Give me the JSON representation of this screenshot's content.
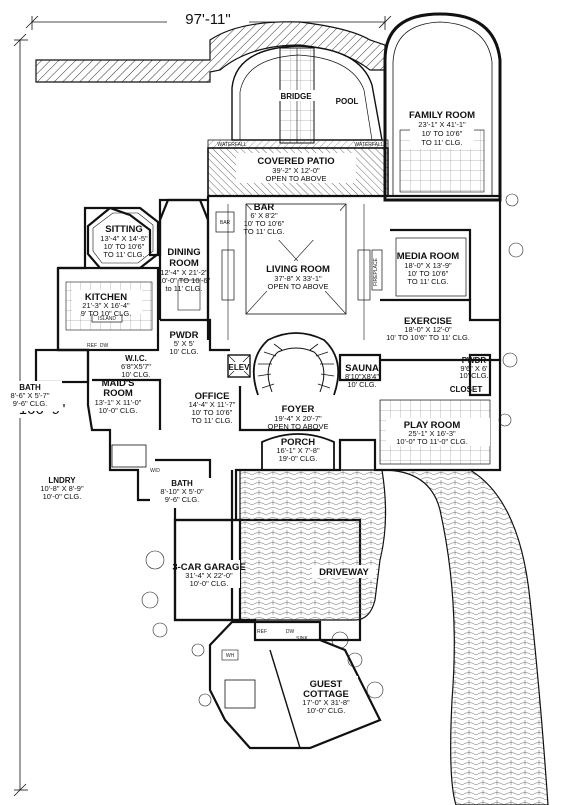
{
  "overall": {
    "width": "97'-11\"",
    "depth": "166'-9\""
  },
  "outdoor": {
    "bridge": "BRIDGE",
    "pool": "POOL",
    "waterfall_left": "WATERFALL",
    "waterfall_right": "WATERFALL",
    "driveway": "DRIVEWAY"
  },
  "fixtures": {
    "bar_sink": "BAR",
    "fireplace": "FIREPLACE",
    "elev": "ELEV",
    "ref": "REF",
    "dw": "DW",
    "sink": "SINK",
    "wh": "WH",
    "wd": "W/D",
    "island": "ISLAND"
  },
  "rooms": {
    "covered_patio": {
      "name": "COVERED PATIO",
      "l1": "39'-2\" X 12'-0\"",
      "l2": "OPEN TO ABOVE",
      "l3": ""
    },
    "family_room": {
      "name": "FAMILY ROOM",
      "l1": "23'-1\" X 41'-1\"",
      "l2": "10' TO 10'6\"",
      "l3": "TO 11' CLG."
    },
    "bar": {
      "name": "BAR",
      "l1": "6' X 8'2\"",
      "l2": "10' TO 10'6\"",
      "l3": "TO 11' CLG."
    },
    "sitting": {
      "name": "SITTING",
      "l1": "13'-4\" X 14'-5\"",
      "l2": "10' TO 10'6\"",
      "l3": "TO 11' CLG."
    },
    "dining": {
      "name": "DINING",
      "name2": "ROOM",
      "l1": "12'-4\" X 21'-2\"",
      "l2": "10'-0\" TO 10'-6\"",
      "l3": "to 11' CLG."
    },
    "living": {
      "name": "LIVING ROOM",
      "l1": "37'-8\" X 33'-1\"",
      "l2": "OPEN TO ABOVE",
      "l3": ""
    },
    "media": {
      "name": "MEDIA ROOM",
      "l1": "18'-0\" X 13'-9\"",
      "l2": "10' TO 10'6\"",
      "l3": "TO 11' CLG."
    },
    "kitchen": {
      "name": "KITCHEN",
      "l1": "21'-3\" X 16'-4\"",
      "l2": "9' TO 10\" CLG.",
      "l3": ""
    },
    "exercise": {
      "name": "EXERCISE",
      "l1": "18'-0\" X 12'-0\"",
      "l2": "10' TO 10'6\" TO 11' CLG.",
      "l3": ""
    },
    "pwdr": {
      "name": "PWDR",
      "l1": "5' X 5'",
      "l2": "10' CLG."
    },
    "pwdr2": {
      "name": "PWDR",
      "l1": "9'6\" X 6'",
      "l2": "10' CLG."
    },
    "closet": {
      "name": "CLOSET"
    },
    "wic": {
      "name": "W.I.C.",
      "l1": "6'8\"X5'7\"",
      "l2": "10' CLG."
    },
    "sauna": {
      "name": "SAUNA",
      "l1": "8'10\"X8'4\"",
      "l2": "10' CLG."
    },
    "bath1": {
      "name": "BATH",
      "l1": "8'-6\" X 5'-7\"",
      "l2": "9'-6\" CLG."
    },
    "maids": {
      "name": "MAID'S",
      "name2": "ROOM",
      "l1": "13'-1\" X 11'-0\"",
      "l2": "10'-0\" CLG."
    },
    "office": {
      "name": "OFFICE",
      "l1": "14'-4\" X 11'-7\"",
      "l2": "10' TO 10'6\"",
      "l3": "TO 11' CLG."
    },
    "foyer": {
      "name": "FOYER",
      "l1": "19'-4\" X 20'-7\"",
      "l2": "OPEN TO ABOVE"
    },
    "play": {
      "name": "PLAY ROOM",
      "l1": "25'-1\" X 16'-3\"",
      "l2": "10'-0\" TO 11'-0\" CLG."
    },
    "porch": {
      "name": "PORCH",
      "l1": "16'-1\" X 7'-8\"",
      "l2": "19'-0\" CLG."
    },
    "lndry": {
      "name": "LNDRY",
      "l1": "10'-8\" X 8'-9\"",
      "l2": "10'-0\" CLG."
    },
    "bath2": {
      "name": "BATH",
      "l1": "8'-10\" X 5'-0\"",
      "l2": "9'-6\" CLG."
    },
    "garage": {
      "name": "3-CAR GARAGE",
      "l1": "31'-4\" X 22'-0\"",
      "l2": "10'-0\" CLG."
    },
    "guest": {
      "name": "GUEST",
      "name2": "COTTAGE",
      "l1": "17'-0\" X 31'-8\"",
      "l2": "10'-0\" CLG."
    }
  }
}
